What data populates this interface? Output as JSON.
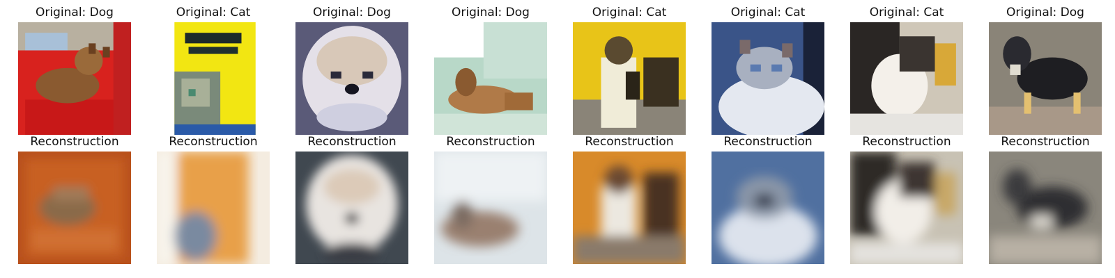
{
  "panels": [
    {
      "title": "Original: Dog",
      "subject": "dog-photo"
    },
    {
      "title": "Original: Cat",
      "subject": "cat-photo"
    },
    {
      "title": "Original: Dog",
      "subject": "dog-photo"
    },
    {
      "title": "Original: Dog",
      "subject": "dog-photo"
    },
    {
      "title": "Original: Cat",
      "subject": "cat-photo"
    },
    {
      "title": "Original: Cat",
      "subject": "cat-photo"
    },
    {
      "title": "Original: Cat",
      "subject": "cat-photo"
    },
    {
      "title": "Original: Dog",
      "subject": "dog-photo"
    }
  ],
  "reconstructions": [
    {
      "title": "Reconstruction"
    },
    {
      "title": "Reconstruction"
    },
    {
      "title": "Reconstruction"
    },
    {
      "title": "Reconstruction"
    },
    {
      "title": "Reconstruction"
    },
    {
      "title": "Reconstruction"
    },
    {
      "title": "Reconstruction"
    },
    {
      "title": "Reconstruction"
    }
  ]
}
